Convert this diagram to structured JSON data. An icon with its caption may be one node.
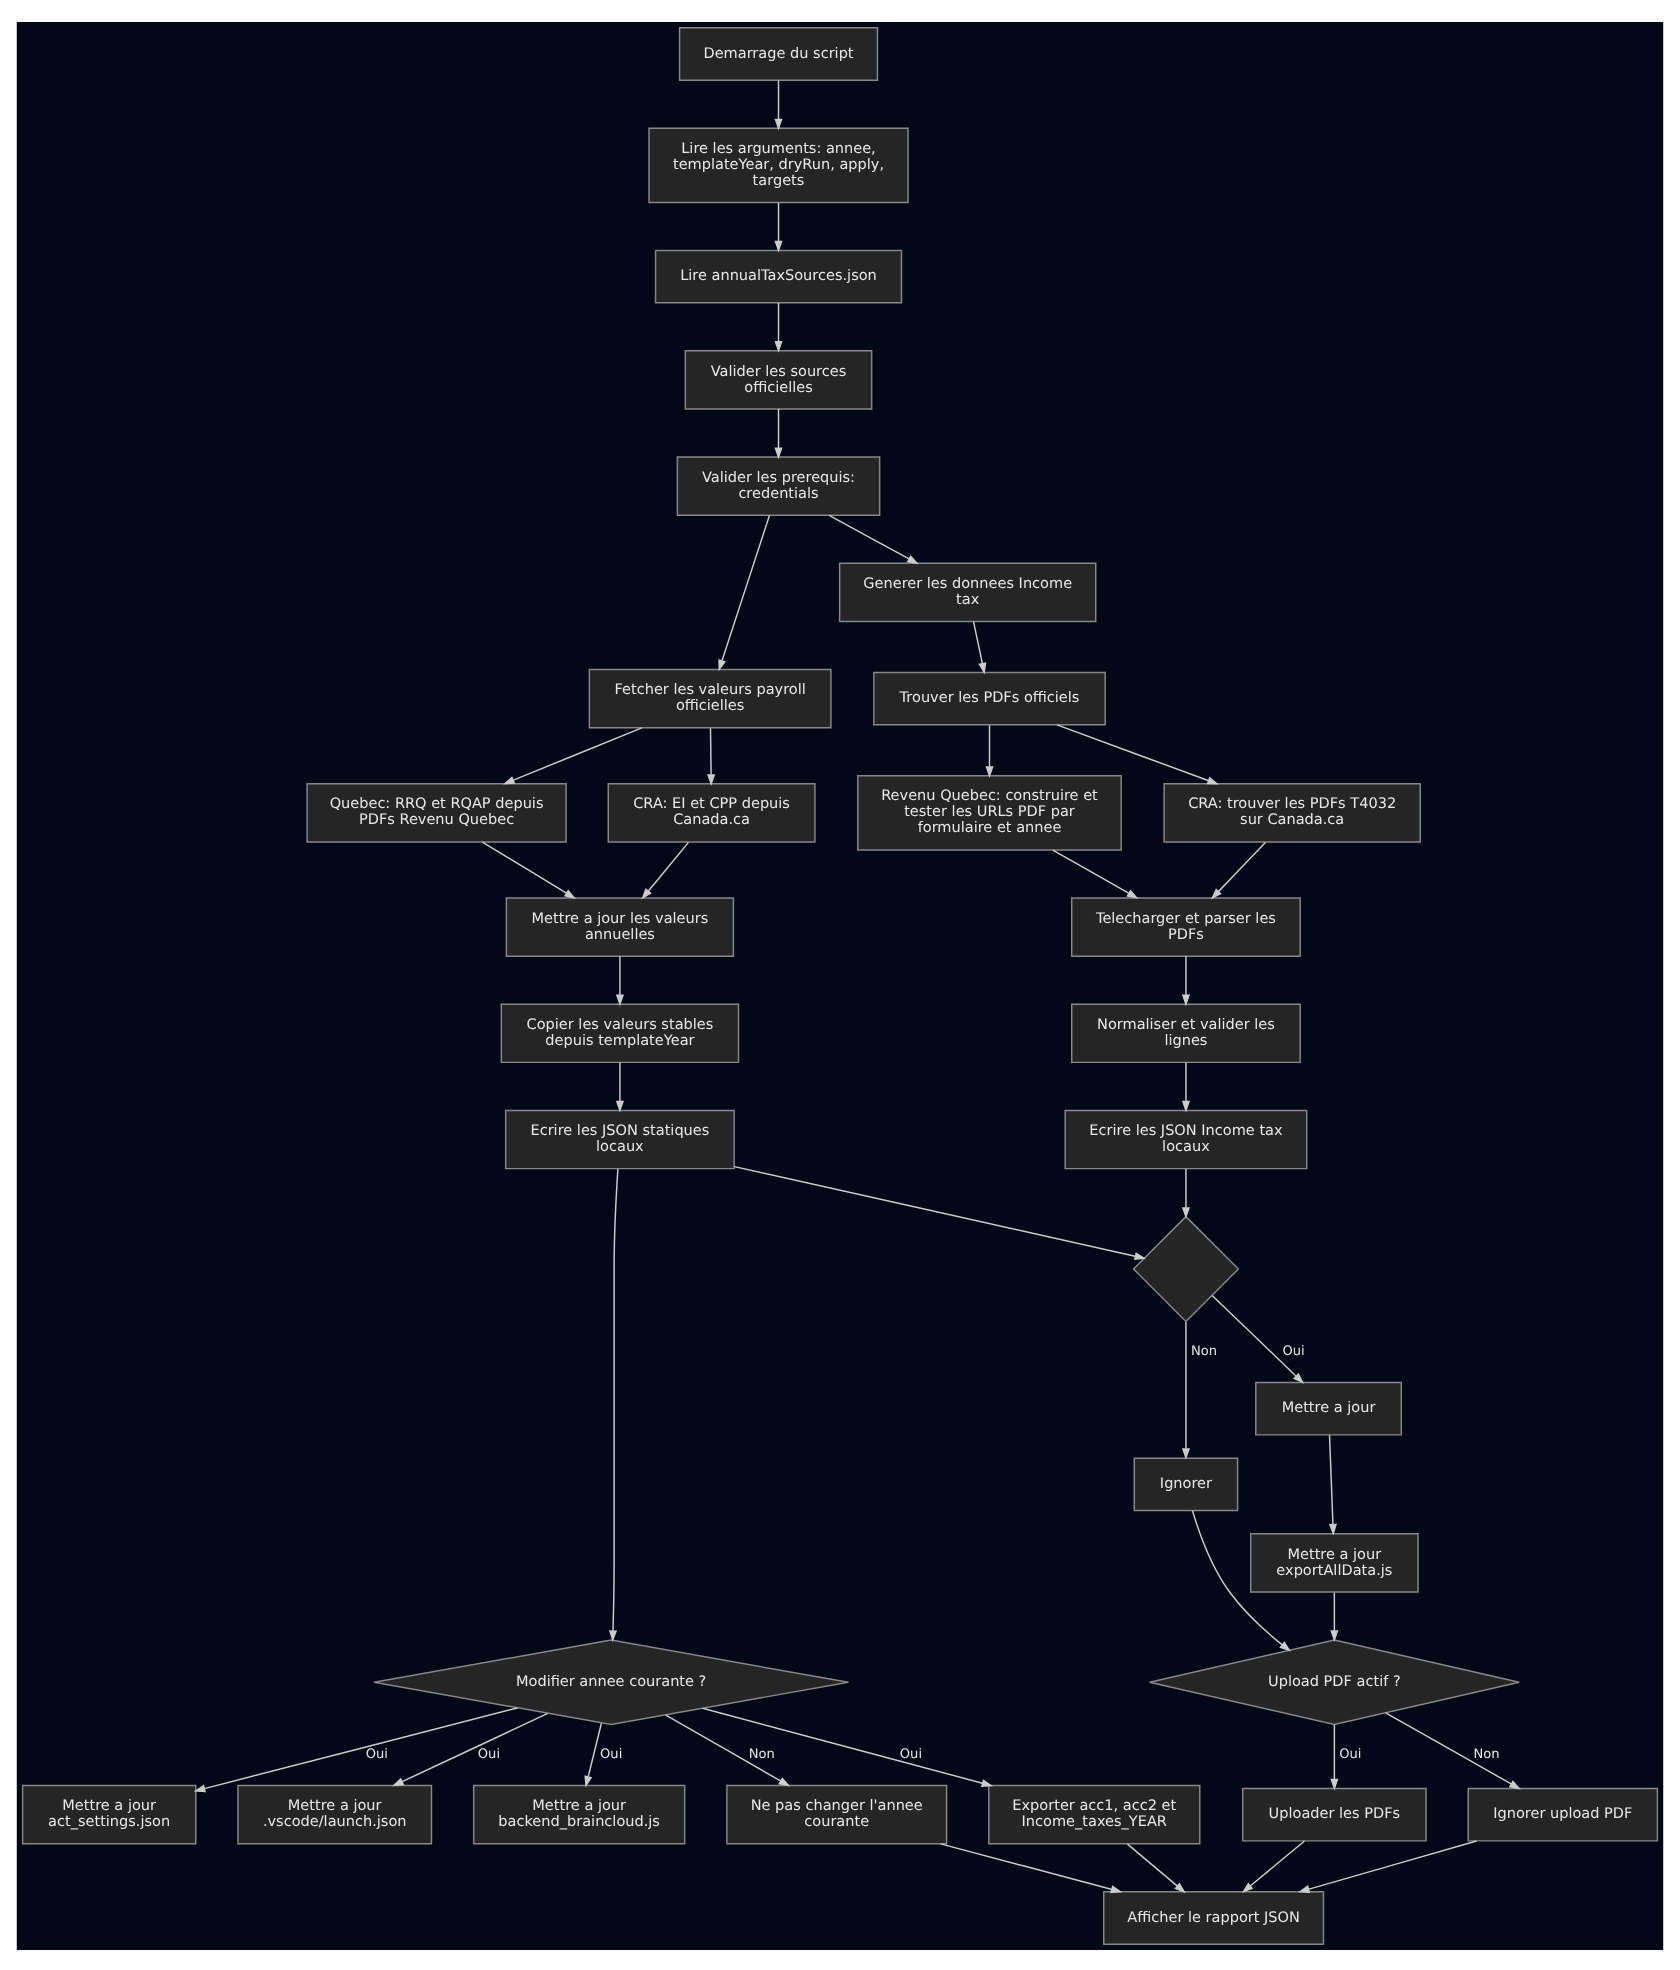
{
  "diagram": {
    "nodes": [
      {
        "text": [
          "Demarrage du script"
        ]
      },
      {
        "text": [
          "Lire les arguments: annee, templateYear, dryRun, apply, targets"
        ]
      },
      {
        "text": [
          "Lire annualTaxSources.json"
        ]
      },
      {
        "text": [
          "Valider les sources officielles"
        ]
      },
      {
        "text": [
          "Valider les prerequis: credentials"
        ]
      },
      {
        "text": [
          "Fetcher les valeurs payroll officielles"
        ]
      },
      {
        "text": [
          "Generer les donnees Income tax"
        ]
      },
      {
        "text": [
          "Quebec: RRQ et RQAP depuis PDFs Revenu Quebec"
        ]
      },
      {
        "text": [
          "CRA: EI et CPP depuis Canada.ca"
        ]
      },
      {
        "text": [
          "Trouver les PDFs officiels"
        ]
      },
      {
        "text": [
          "Revenu Quebec: construire et tester les URLs PDF par formulaire et annee"
        ]
      },
      {
        "text": [
          "CRA: trouver les PDFs T4032 sur Canada.ca"
        ]
      },
      {
        "text": [
          "Mettre a jour les valeurs annuelles"
        ]
      },
      {
        "text": [
          "Telecharger et parser les PDFs"
        ]
      },
      {
        "text": [
          "Copier les valeurs stables depuis templateYear"
        ]
      },
      {
        "text": [
          "Normaliser et valider les lignes"
        ]
      },
      {
        "text": [
          "Ecrire les JSON statiques locaux"
        ]
      },
      {
        "text": [
          "Ecrire les JSON Income tax locaux"
        ]
      },
      {
        "text": [],
        "shape": "diamond"
      },
      {
        "text": [
          "Mettre a jour"
        ]
      },
      {
        "text": [
          "Mettre a jour exportAllData.js"
        ]
      },
      {
        "text": [
          "Ignorer"
        ]
      },
      {
        "text": [
          "Upload PDF actif ?"
        ]
      },
      {
        "text": [
          "Modifier annee courante ?"
        ]
      },
      {
        "text": [
          "Mettre a jour act_settings.json"
        ]
      },
      {
        "text": [
          "Mettre a jour .vscode/launch.json"
        ]
      },
      {
        "text": [
          "Mettre a jour backend_braincloud.js"
        ]
      },
      {
        "text": [
          "Ne pas changer l'annee courante"
        ]
      },
      {
        "text": [
          "Exporter acc1, acc2 et Income_taxes_YEAR"
        ]
      },
      {
        "text": [
          "Ignorer upload PDF"
        ]
      },
      {
        "text": [
          "Uploader les PDFs"
        ]
      },
      {
        "text": [
          "Afficher le rapport JSON"
        ]
      }
    ],
    "edges": [
      {
        "from": 0,
        "to": 1,
        "arrow": "to"
      },
      {
        "from": 1,
        "to": 2,
        "arrow": "to"
      },
      {
        "from": 2,
        "to": 3,
        "arrow": "to"
      },
      {
        "from": 3,
        "to": 4,
        "arrow": "to"
      },
      {
        "from": 4,
        "to": 5,
        "arrow": "to"
      },
      {
        "from": 4,
        "to": 6,
        "arrow": "to"
      },
      {
        "from": 5,
        "to": 7,
        "arrow": "to"
      },
      {
        "from": 5,
        "to": 8,
        "arrow": "to"
      },
      {
        "from": 6,
        "to": 9,
        "arrow": "to"
      },
      {
        "from": 9,
        "to": 10,
        "arrow": "to"
      },
      {
        "from": 9,
        "to": 11,
        "arrow": "to"
      },
      {
        "from": 7,
        "to": 12,
        "arrow": "to"
      },
      {
        "from": 8,
        "to": 12,
        "arrow": "to"
      },
      {
        "from": 10,
        "to": 13,
        "arrow": "to"
      },
      {
        "from": 11,
        "to": 13,
        "arrow": "to"
      },
      {
        "from": 12,
        "to": 14,
        "arrow": "to"
      },
      {
        "from": 13,
        "to": 15,
        "arrow": "to"
      },
      {
        "from": 14,
        "to": 16,
        "arrow": "to"
      },
      {
        "from": 15,
        "to": 17,
        "arrow": "to"
      },
      {
        "from": 16,
        "to": 23,
        "arrow": "to"
      },
      {
        "from": 16,
        "to": 18,
        "arrow": "to"
      },
      {
        "from": 17,
        "to": 18,
        "arrow": "to"
      },
      {
        "from": 18,
        "to": 19,
        "arrow": "to",
        "label": "Oui"
      },
      {
        "from": 18,
        "to": 21,
        "arrow": "to",
        "label": "Non"
      },
      {
        "from": 19,
        "to": 20,
        "arrow": "to"
      },
      {
        "from": 20,
        "to": 22,
        "arrow": "to"
      },
      {
        "from": 21,
        "to": 22,
        "arrow": "to"
      },
      {
        "from": 23,
        "to": 24,
        "arrow": "to",
        "label": "Oui"
      },
      {
        "from": 23,
        "to": 25,
        "arrow": "to",
        "label": "Oui"
      },
      {
        "from": 23,
        "to": 26,
        "arrow": "to",
        "label": "Oui"
      },
      {
        "from": 23,
        "to": 27,
        "arrow": "to",
        "label": "Non"
      },
      {
        "from": 23,
        "to": 28,
        "arrow": "to",
        "label": "Oui"
      },
      {
        "from": 22,
        "to": 29,
        "arrow": "to",
        "label": "Non"
      },
      {
        "from": 22,
        "to": 30,
        "arrow": "to",
        "label": "Oui"
      },
      {
        "from": 27,
        "to": 31,
        "arrow": "to"
      },
      {
        "from": 28,
        "to": 31,
        "arrow": "to"
      },
      {
        "from": 29,
        "to": 31,
        "arrow": "to"
      },
      {
        "from": 30,
        "to": 31,
        "arrow": "to"
      }
    ]
  }
}
